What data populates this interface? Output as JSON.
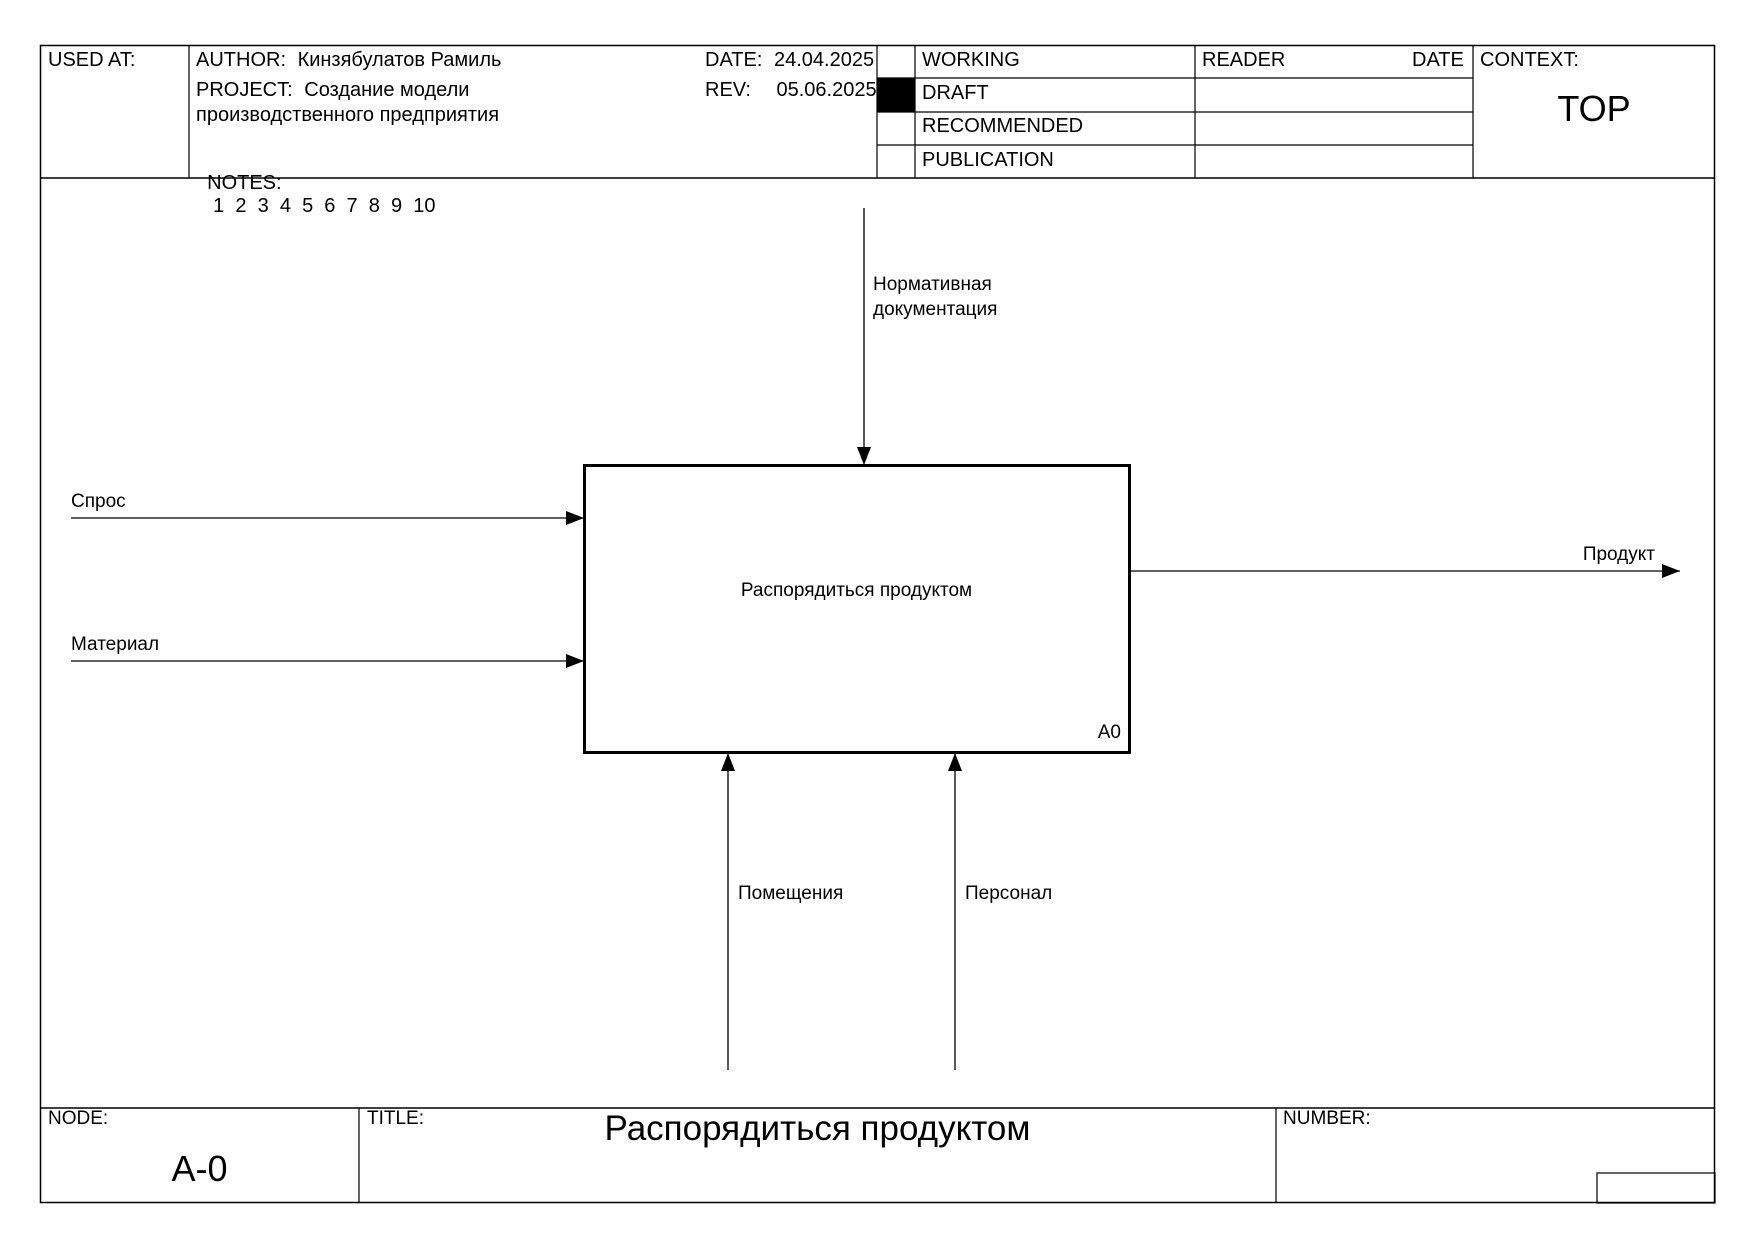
{
  "header": {
    "used_at_label": "USED AT:",
    "author_label": "AUTHOR:",
    "author_value": "Кинзябулатов Рамиль",
    "project_label": "PROJECT:",
    "project_value_line1": "Создание модели",
    "project_value_line2": "производственного предприятия",
    "notes_label": "NOTES:",
    "notes_value": "1  2  3  4  5  6  7  8  9  10",
    "date_label": "DATE:",
    "date_value": "24.04.2025",
    "rev_label": "REV:",
    "rev_value": "05.06.2025",
    "status": {
      "working": "WORKING",
      "draft": "DRAFT",
      "recommended": "RECOMMENDED",
      "publication": "PUBLICATION",
      "active": "draft"
    },
    "reader_label": "READER",
    "reader_date_label": "DATE",
    "context_label": "CONTEXT:",
    "context_value": "TOP"
  },
  "diagram": {
    "box_label": "Распорядиться продуктом",
    "box_id": "A0",
    "arrows": {
      "control": "Нормативная документация",
      "control_line1": "Нормативная",
      "control_line2": "документация",
      "input1": "Спрос",
      "input2": "Материал",
      "output": "Продукт",
      "mechanism1": "Помещения",
      "mechanism2": "Персонал"
    }
  },
  "footer": {
    "node_label": "NODE:",
    "node_value": "A-0",
    "title_label": "TITLE:",
    "title_value": "Распорядиться продуктом",
    "number_label": "NUMBER:"
  }
}
